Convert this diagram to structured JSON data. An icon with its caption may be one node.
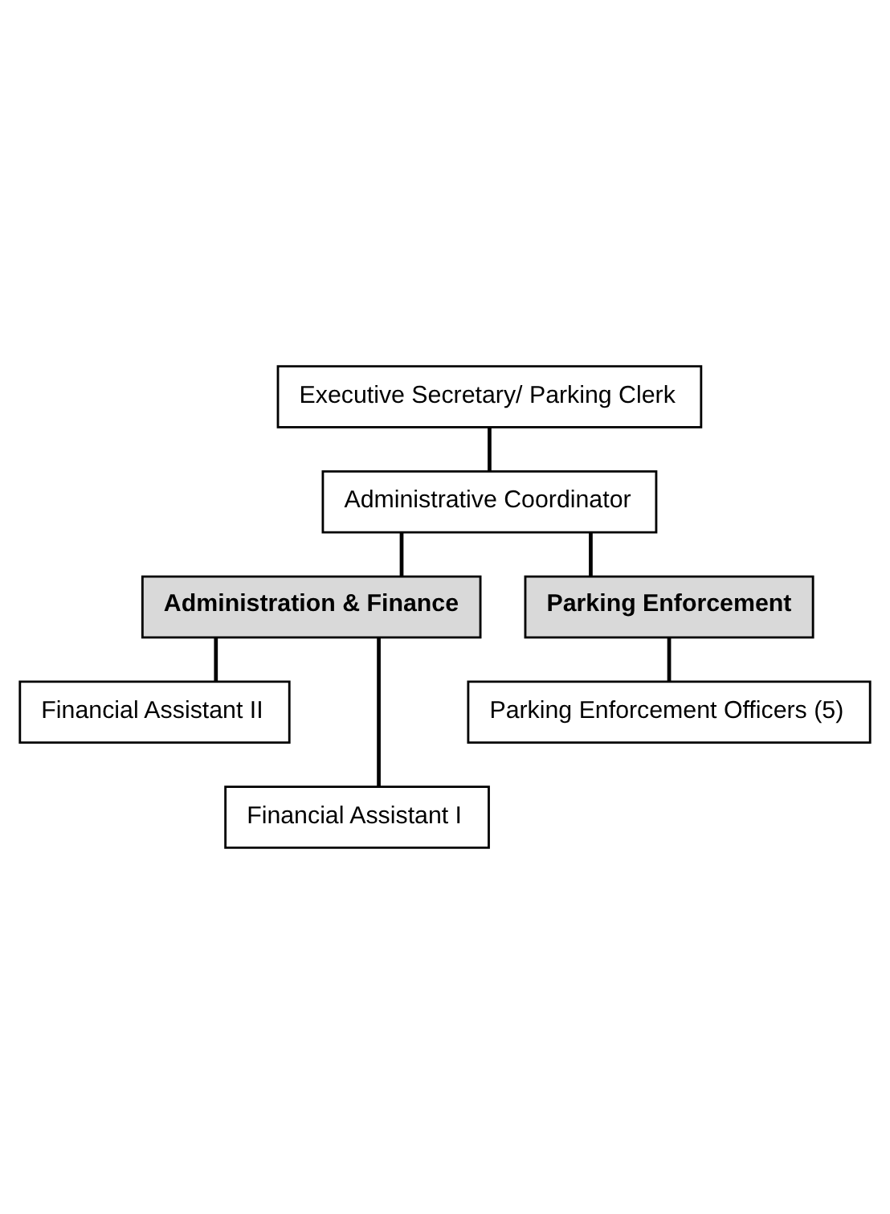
{
  "diagram": {
    "nodes": [
      {
        "text": [
          "Executive Secretary/ Parking Clerk"
        ]
      },
      {
        "text": [
          "Administrative Coordinator"
        ]
      },
      {
        "text": [
          "Administration & Finance"
        ]
      },
      {
        "text": [
          "Parking Enforcement"
        ]
      },
      {
        "text": [
          "Financial Assistant II"
        ]
      },
      {
        "text": [
          "Financial Assistant I"
        ]
      },
      {
        "text": [
          "Parking Enforcement Officers (5)"
        ]
      }
    ],
    "edges": [
      {
        "from": 0,
        "to": 1,
        "arrow": "none"
      },
      {
        "from": 1,
        "to": 2,
        "arrow": "none"
      },
      {
        "from": 1,
        "to": 3,
        "arrow": "none"
      },
      {
        "from": 2,
        "to": 4,
        "arrow": "none"
      },
      {
        "from": 2,
        "to": 5,
        "arrow": "none"
      },
      {
        "from": 3,
        "to": 6,
        "arrow": "none"
      }
    ]
  }
}
